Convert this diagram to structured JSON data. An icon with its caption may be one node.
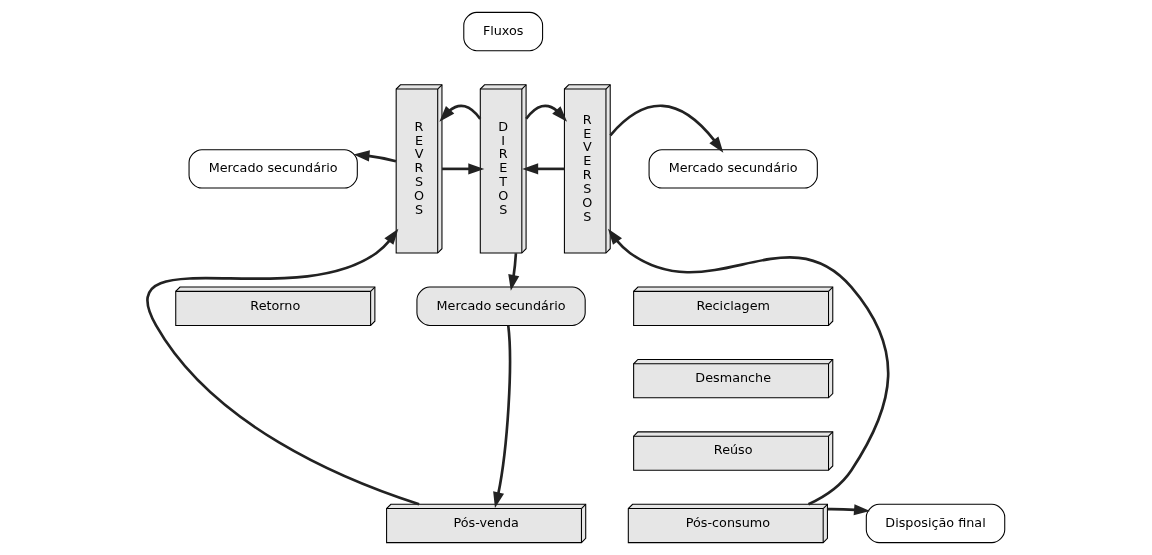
{
  "diagram": {
    "nodes": [
      {
        "text": [
          "Fluxos"
        ]
      },
      {
        "text": [
          "Mercado secundário"
        ]
      },
      {
        "text": [
          "REVRSOS"
        ]
      },
      {
        "text": [
          "DIRETOS"
        ]
      },
      {
        "text": [
          "REVERSOS"
        ]
      },
      {
        "text": [
          "Mercado secundário"
        ]
      },
      {
        "text": [
          "Retorno"
        ]
      },
      {
        "text": [
          "Mercado secundário"
        ]
      },
      {
        "text": [
          "Reciclagem"
        ]
      },
      {
        "text": [
          "Desmanche"
        ]
      },
      {
        "text": [
          "Reúso"
        ]
      },
      {
        "text": [
          "Pós-venda"
        ]
      },
      {
        "text": [
          "Pós-consumo"
        ]
      },
      {
        "text": [
          "Disposição final"
        ]
      }
    ],
    "edges": [
      {
        "from": 2,
        "to": 1,
        "arrow": "to"
      },
      {
        "from": 2,
        "to": 3,
        "arrow": "to"
      },
      {
        "from": 4,
        "to": 3,
        "arrow": "to"
      },
      {
        "from": 4,
        "to": 5,
        "arrow": "to"
      },
      {
        "from": 3,
        "to": 2,
        "arrow": "to"
      },
      {
        "from": 3,
        "to": 4,
        "arrow": "to"
      },
      {
        "from": 3,
        "to": 7,
        "arrow": "to"
      },
      {
        "from": 7,
        "to": 11,
        "arrow": "to"
      },
      {
        "from": 11,
        "to": 2,
        "arrow": "to"
      },
      {
        "from": 12,
        "to": 4,
        "arrow": "to"
      },
      {
        "from": 12,
        "to": 13,
        "arrow": "to"
      }
    ]
  }
}
